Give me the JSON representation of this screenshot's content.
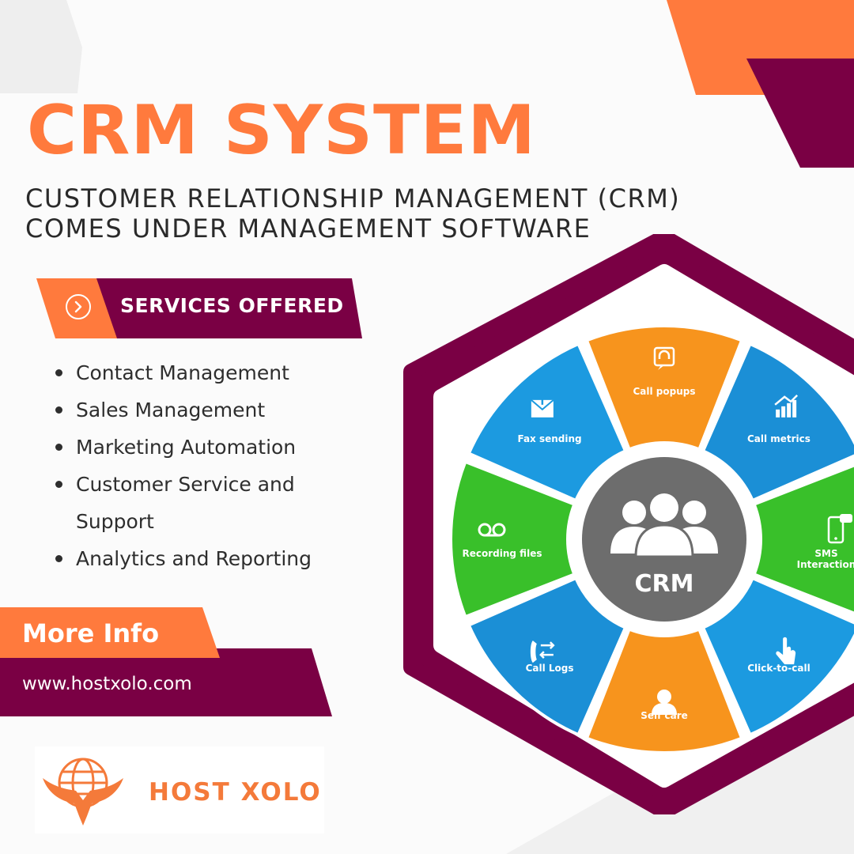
{
  "title": "CRM SYSTEM",
  "subtitle_lines": [
    "CUSTOMER RELATIONSHIP MANAGEMENT (CRM)",
    "COMES UNDER MANAGEMENT SOFTWARE"
  ],
  "services": {
    "heading": "SERVICES OFFERED",
    "items": [
      "Contact Management",
      "Sales Management",
      "Marketing Automation",
      "Customer Service and Support",
      "Analytics and Reporting"
    ]
  },
  "more_info": {
    "label": "More Info",
    "website": "www.hostxolo.com"
  },
  "brand": {
    "name": "HOST XOLO"
  },
  "crm_wheel": {
    "center_label": "CRM",
    "segments": [
      {
        "label_lines": [
          "Call popups"
        ],
        "color": "#f7941d",
        "icon": "headset-icon"
      },
      {
        "label_lines": [
          "Call metrics"
        ],
        "color": "#1b8fd6",
        "icon": "metrics-chart-icon"
      },
      {
        "label_lines": [
          "SMS",
          "Interaction"
        ],
        "color": "#39c02a",
        "icon": "sms-phone-icon"
      },
      {
        "label_lines": [
          "Click-to-call"
        ],
        "color": "#1c9ae0",
        "icon": "pointer-hand-icon"
      },
      {
        "label_lines": [
          "Self care"
        ],
        "color": "#f7941d",
        "icon": "person-icon"
      },
      {
        "label_lines": [
          "Call Logs"
        ],
        "color": "#1b8fd6",
        "icon": "call-log-icon"
      },
      {
        "label_lines": [
          "Recording files"
        ],
        "color": "#39c02a",
        "icon": "voicemail-icon"
      },
      {
        "label_lines": [
          "Fax sending"
        ],
        "color": "#1c9ae0",
        "icon": "fax-envelope-icon"
      }
    ]
  },
  "colors": {
    "orange": "#ff7a3d",
    "maroon": "#7a0044",
    "text_dark": "#2a2a2a",
    "background": "#fbfbfb"
  }
}
